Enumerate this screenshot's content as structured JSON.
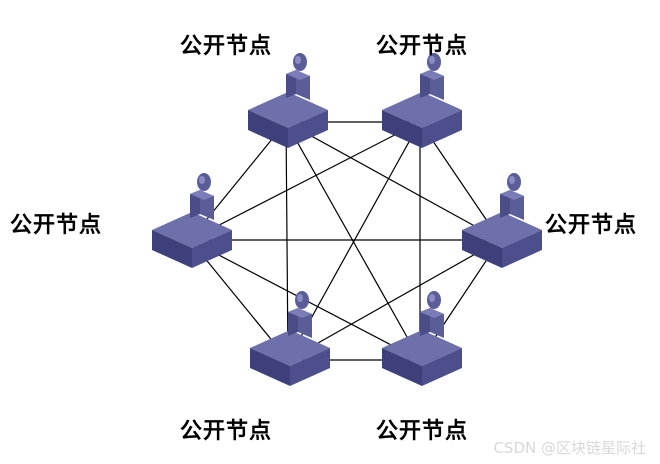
{
  "nodes": [
    {
      "label": "公开节点"
    },
    {
      "label": "公开节点"
    },
    {
      "label": "公开节点"
    },
    {
      "label": "公开节点"
    },
    {
      "label": "公开节点"
    },
    {
      "label": "公开节点"
    }
  ],
  "watermark": "CSDN @区块链星际社",
  "colors": {
    "node_top": "#6b6fa8",
    "node_side": "#4a4d8a",
    "node_front": "#3a3c72",
    "link": "#000000",
    "label": "#000000"
  },
  "icon": "computer-node-icon"
}
